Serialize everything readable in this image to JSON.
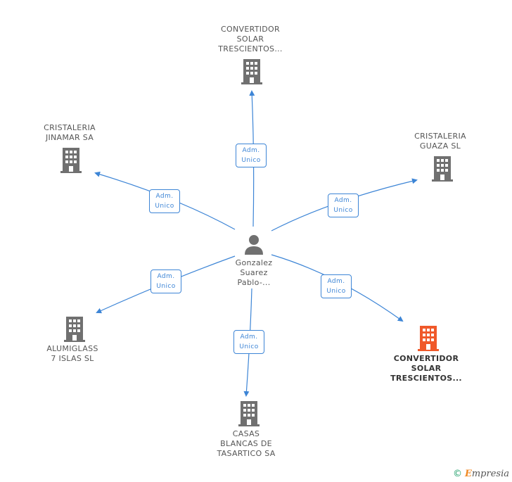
{
  "center": {
    "label": "Gonzalez\nSuarez\nPablo-..."
  },
  "edge_label": {
    "line1": "Adm.",
    "line2": "Unico"
  },
  "nodes": [
    {
      "id": "n-top",
      "label": "CONVERTIDOR\nSOLAR\nTRESCIENTOS...",
      "highlight": false
    },
    {
      "id": "n-jinamar",
      "label": "CRISTALERIA\nJINAMAR SA",
      "highlight": false
    },
    {
      "id": "n-guaza",
      "label": "CRISTALERIA\nGUAZA SL",
      "highlight": false
    },
    {
      "id": "n-alumiglass",
      "label": "ALUMIGLASS\n7 ISLAS SL",
      "highlight": false
    },
    {
      "id": "n-casas",
      "label": "CASAS\nBLANCAS DE\nTASARTICO SA",
      "highlight": false
    },
    {
      "id": "n-highlight",
      "label": "CONVERTIDOR\nSOLAR\nTRESCIENTOS...",
      "highlight": true
    }
  ],
  "colors": {
    "edge": "#3d85d6",
    "building": "#707070",
    "building_highlight": "#f0592a",
    "person": "#707070"
  },
  "footer": {
    "copyright": "©",
    "brand_e": "E",
    "brand_rest": "mpresia"
  }
}
